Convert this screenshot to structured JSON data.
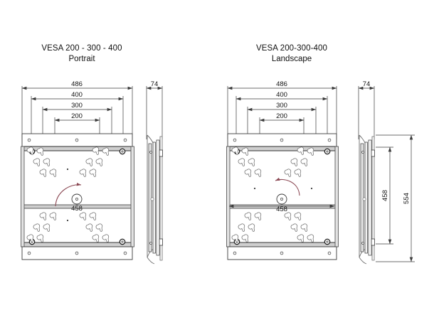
{
  "drawing": {
    "background_color": "#ffffff",
    "line_color": "#3b3b3b",
    "heavy_line_color": "#1f1f1f",
    "light_line_color": "#9a9a9a",
    "shade_color": "#d9d9d9",
    "arrow_color": "#8c4a55",
    "text_color": "#111111"
  },
  "views": {
    "left": {
      "title_line1": "VESA 200 - 300 - 400",
      "title_line2": "Portrait",
      "front": {
        "dimensions_top": [
          "486",
          "400",
          "300",
          "200"
        ],
        "dimension_center": "458",
        "rotation_arrow": "clockwise"
      },
      "side": {
        "dimension_depth": "74"
      }
    },
    "right": {
      "title_line1": "VESA 200-300-400",
      "title_line2": "Landscape",
      "front": {
        "dimensions_top": [
          "486",
          "400",
          "300",
          "200"
        ],
        "dimension_center": "458",
        "rotation_arrow": "counter-clockwise"
      },
      "side": {
        "dimension_depth": "74",
        "dimension_inner_height": "458",
        "dimension_outer_height": "554"
      }
    }
  }
}
